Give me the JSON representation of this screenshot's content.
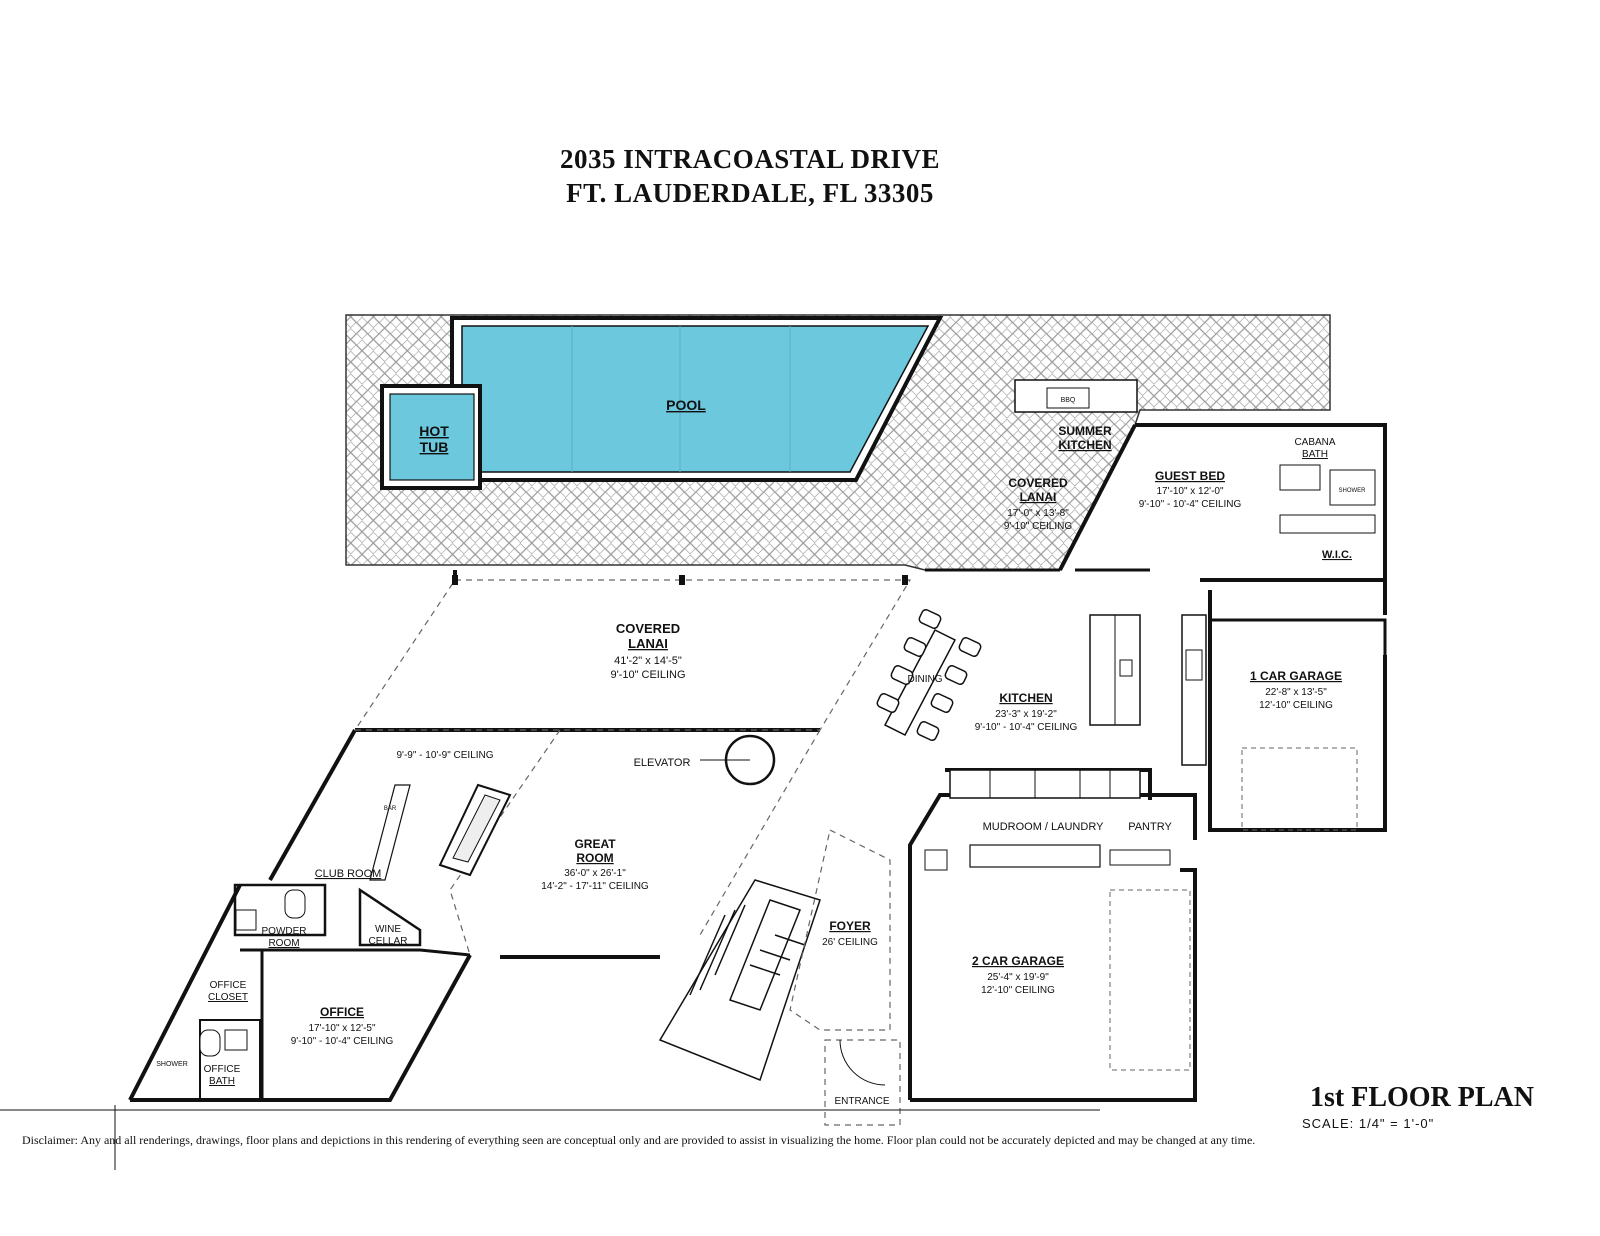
{
  "header": {
    "address_line1": "2035 INTRACOASTAL DRIVE",
    "address_line2": "FT. LAUDERDALE, FL 33305"
  },
  "colors": {
    "pool": "#6cc8dc",
    "wall": "#111111",
    "paving": "#bfbfbf"
  },
  "rooms": {
    "pool": "POOL",
    "hot_tub_1": "HOT",
    "hot_tub_2": "TUB",
    "summer_kitchen_1": "SUMMER",
    "summer_kitchen_2": "KITCHEN",
    "bbq": "BBQ",
    "covered_lanai_small": {
      "name1": "COVERED",
      "name2": "LANAI",
      "dim": "17'-0\" x 13'-8\"",
      "ceiling": "9'-10\" CEILING"
    },
    "guest_bed": {
      "name": "GUEST BED",
      "dim": "17'-10\" x 12'-0\"",
      "ceiling": "9'-10\" - 10'-4\" CEILING"
    },
    "cabana_bath_1": "CABANA",
    "cabana_bath_2": "BATH",
    "shower_cabana": "SHOWER",
    "wic": "W.I.C.",
    "covered_lanai_large": {
      "name1": "COVERED",
      "name2": "LANAI",
      "dim": "41'-2\" x 14'-5\"",
      "ceiling": "9'-10\" CEILING"
    },
    "dining": "DINING",
    "kitchen": {
      "name": "KITCHEN",
      "dim": "23'-3\" x 19'-2\"",
      "ceiling": "9'-10\" - 10'-4\" CEILING"
    },
    "garage_1": {
      "name": "1 CAR GARAGE",
      "dim": "22'-8\" x 13'-5\"",
      "ceiling": "12'-10\" CEILING"
    },
    "club_ceiling": "9'-9\" - 10'-9\" CEILING",
    "elevator": "ELEVATOR",
    "bar": "BAR",
    "great_room": {
      "name": "GREAT",
      "name2": "ROOM",
      "dim": "36'-0\" x 26'-1\"",
      "ceiling": "14'-2\" - 17'-11\" CEILING"
    },
    "club_room": "CLUB ROOM",
    "mudroom": "MUDROOM / LAUNDRY",
    "pantry": "PANTRY",
    "powder_room_1": "POWDER",
    "powder_room_2": "ROOM",
    "wine_cellar_1": "WINE",
    "wine_cellar_2": "CELLAR",
    "foyer": {
      "name": "FOYER",
      "ceiling": "26' CEILING"
    },
    "garage_2": {
      "name": "2 CAR GARAGE",
      "dim": "25'-4\" x 19'-9\"",
      "ceiling": "12'-10\" CEILING"
    },
    "office_closet_1": "OFFICE",
    "office_closet_2": "CLOSET",
    "office": {
      "name": "OFFICE",
      "dim": "17'-10\" x 12'-5\"",
      "ceiling": "9'-10\" - 10'-4\" CEILING"
    },
    "shower_office": "SHOWER",
    "office_bath_1": "OFFICE",
    "office_bath_2": "BATH",
    "entrance": "ENTRANCE"
  },
  "footer": {
    "plan_title": "1st FLOOR PLAN",
    "scale": "SCALE: 1/4\" = 1'-0\"",
    "disclaimer": "Disclaimer: Any and all renderings, drawings, floor plans and depictions in this rendering of everything seen are conceptual only and are provided to assist in visualizing the home. Floor plan could not be accurately depicted and may be changed at any time."
  }
}
